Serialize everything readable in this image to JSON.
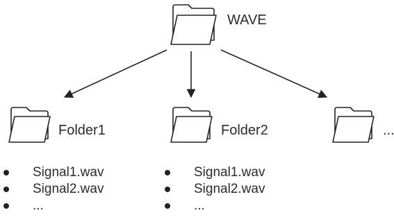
{
  "root": {
    "label": "WAVE",
    "icon": "folder-icon"
  },
  "children": [
    {
      "label": "Folder1",
      "icon": "folder-icon",
      "files": [
        "Signal1.wav",
        "Signal2.wav",
        "..."
      ]
    },
    {
      "label": "Folder2",
      "icon": "folder-icon",
      "files": [
        "Signal1.wav",
        "Signal2.wav",
        "..."
      ]
    },
    {
      "label": "...",
      "icon": "folder-icon",
      "files": []
    }
  ],
  "colors": {
    "stroke": "#222222",
    "text": "#2b2b2b",
    "background": "#ffffff"
  }
}
